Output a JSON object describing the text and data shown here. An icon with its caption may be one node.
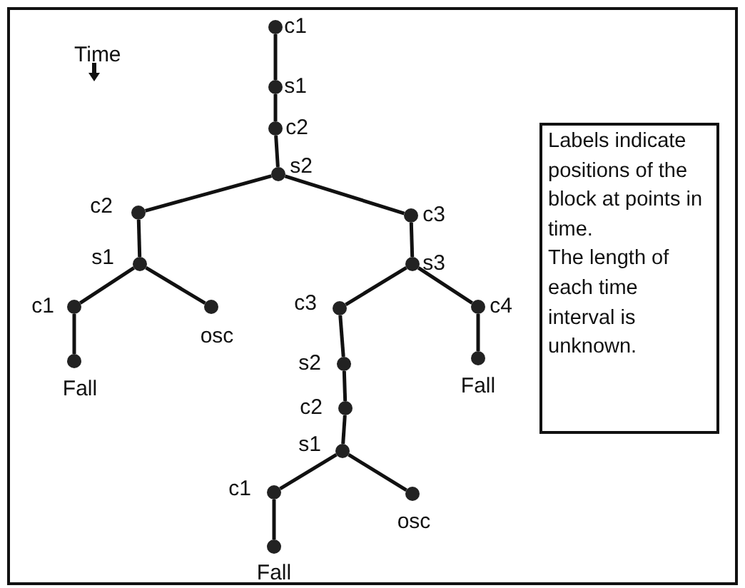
{
  "diagram": {
    "nodes": [
      {
        "text": [],
        "shape": "circle",
        "beside": [
          "c1"
        ]
      },
      {
        "text": [],
        "shape": "circle",
        "beside": [
          "s1"
        ]
      },
      {
        "text": [],
        "shape": "circle",
        "beside": [
          "c2"
        ]
      },
      {
        "text": [],
        "shape": "circle",
        "beside": [
          "s2"
        ]
      },
      {
        "text": [],
        "shape": "circle",
        "beside": [
          "c2"
        ]
      },
      {
        "text": [],
        "shape": "circle",
        "beside": [
          "s1"
        ]
      },
      {
        "text": [],
        "shape": "circle",
        "beside": [
          "c1"
        ]
      },
      {
        "text": [],
        "shape": "circle",
        "beside": [
          "Fall"
        ]
      },
      {
        "text": [],
        "shape": "circle",
        "beside": [
          "osc"
        ]
      },
      {
        "text": [],
        "shape": "circle",
        "beside": [
          "c3"
        ]
      },
      {
        "text": [],
        "shape": "circle",
        "beside": [
          "s3"
        ]
      },
      {
        "text": [],
        "shape": "circle",
        "beside": [
          "c3"
        ]
      },
      {
        "text": [],
        "shape": "circle",
        "beside": [
          "c4"
        ]
      },
      {
        "text": [],
        "shape": "circle",
        "beside": [
          "Fall"
        ]
      },
      {
        "text": [],
        "shape": "circle",
        "beside": [
          "s2"
        ]
      },
      {
        "text": [],
        "shape": "circle",
        "beside": [
          "c2"
        ]
      },
      {
        "text": [],
        "shape": "circle",
        "beside": [
          "s1"
        ]
      },
      {
        "text": [],
        "shape": "circle",
        "beside": [
          "c1"
        ]
      },
      {
        "text": [],
        "shape": "circle",
        "beside": [
          "osc"
        ]
      },
      {
        "text": [],
        "shape": "circle",
        "beside": [
          "Fall"
        ]
      },
      {
        "text": [
          "Labels indicate positions of the block at points in time.",
          "The length of each time interval is unknown."
        ]
      }
    ],
    "edges": [
      {
        "from": 0,
        "to": 1,
        "arrow": "none"
      },
      {
        "from": 1,
        "to": 2,
        "arrow": "none"
      },
      {
        "from": 2,
        "to": 3,
        "arrow": "none"
      },
      {
        "from": 3,
        "to": 4,
        "arrow": "none"
      },
      {
        "from": 3,
        "to": 9,
        "arrow": "none"
      },
      {
        "from": 4,
        "to": 5,
        "arrow": "none"
      },
      {
        "from": 5,
        "to": 6,
        "arrow": "none"
      },
      {
        "from": 5,
        "to": 8,
        "arrow": "none"
      },
      {
        "from": 6,
        "to": 7,
        "arrow": "none"
      },
      {
        "from": 9,
        "to": 10,
        "arrow": "none"
      },
      {
        "from": 10,
        "to": 11,
        "arrow": "none"
      },
      {
        "from": 10,
        "to": 12,
        "arrow": "none"
      },
      {
        "from": 12,
        "to": 13,
        "arrow": "none"
      },
      {
        "from": 11,
        "to": 14,
        "arrow": "none"
      },
      {
        "from": 14,
        "to": 15,
        "arrow": "none"
      },
      {
        "from": 15,
        "to": 16,
        "arrow": "none"
      },
      {
        "from": 16,
        "to": 17,
        "arrow": "none"
      },
      {
        "from": 16,
        "to": 18,
        "arrow": "none"
      },
      {
        "from": 17,
        "to": 19,
        "arrow": "none"
      }
    ],
    "labels": [
      "Time"
    ]
  }
}
